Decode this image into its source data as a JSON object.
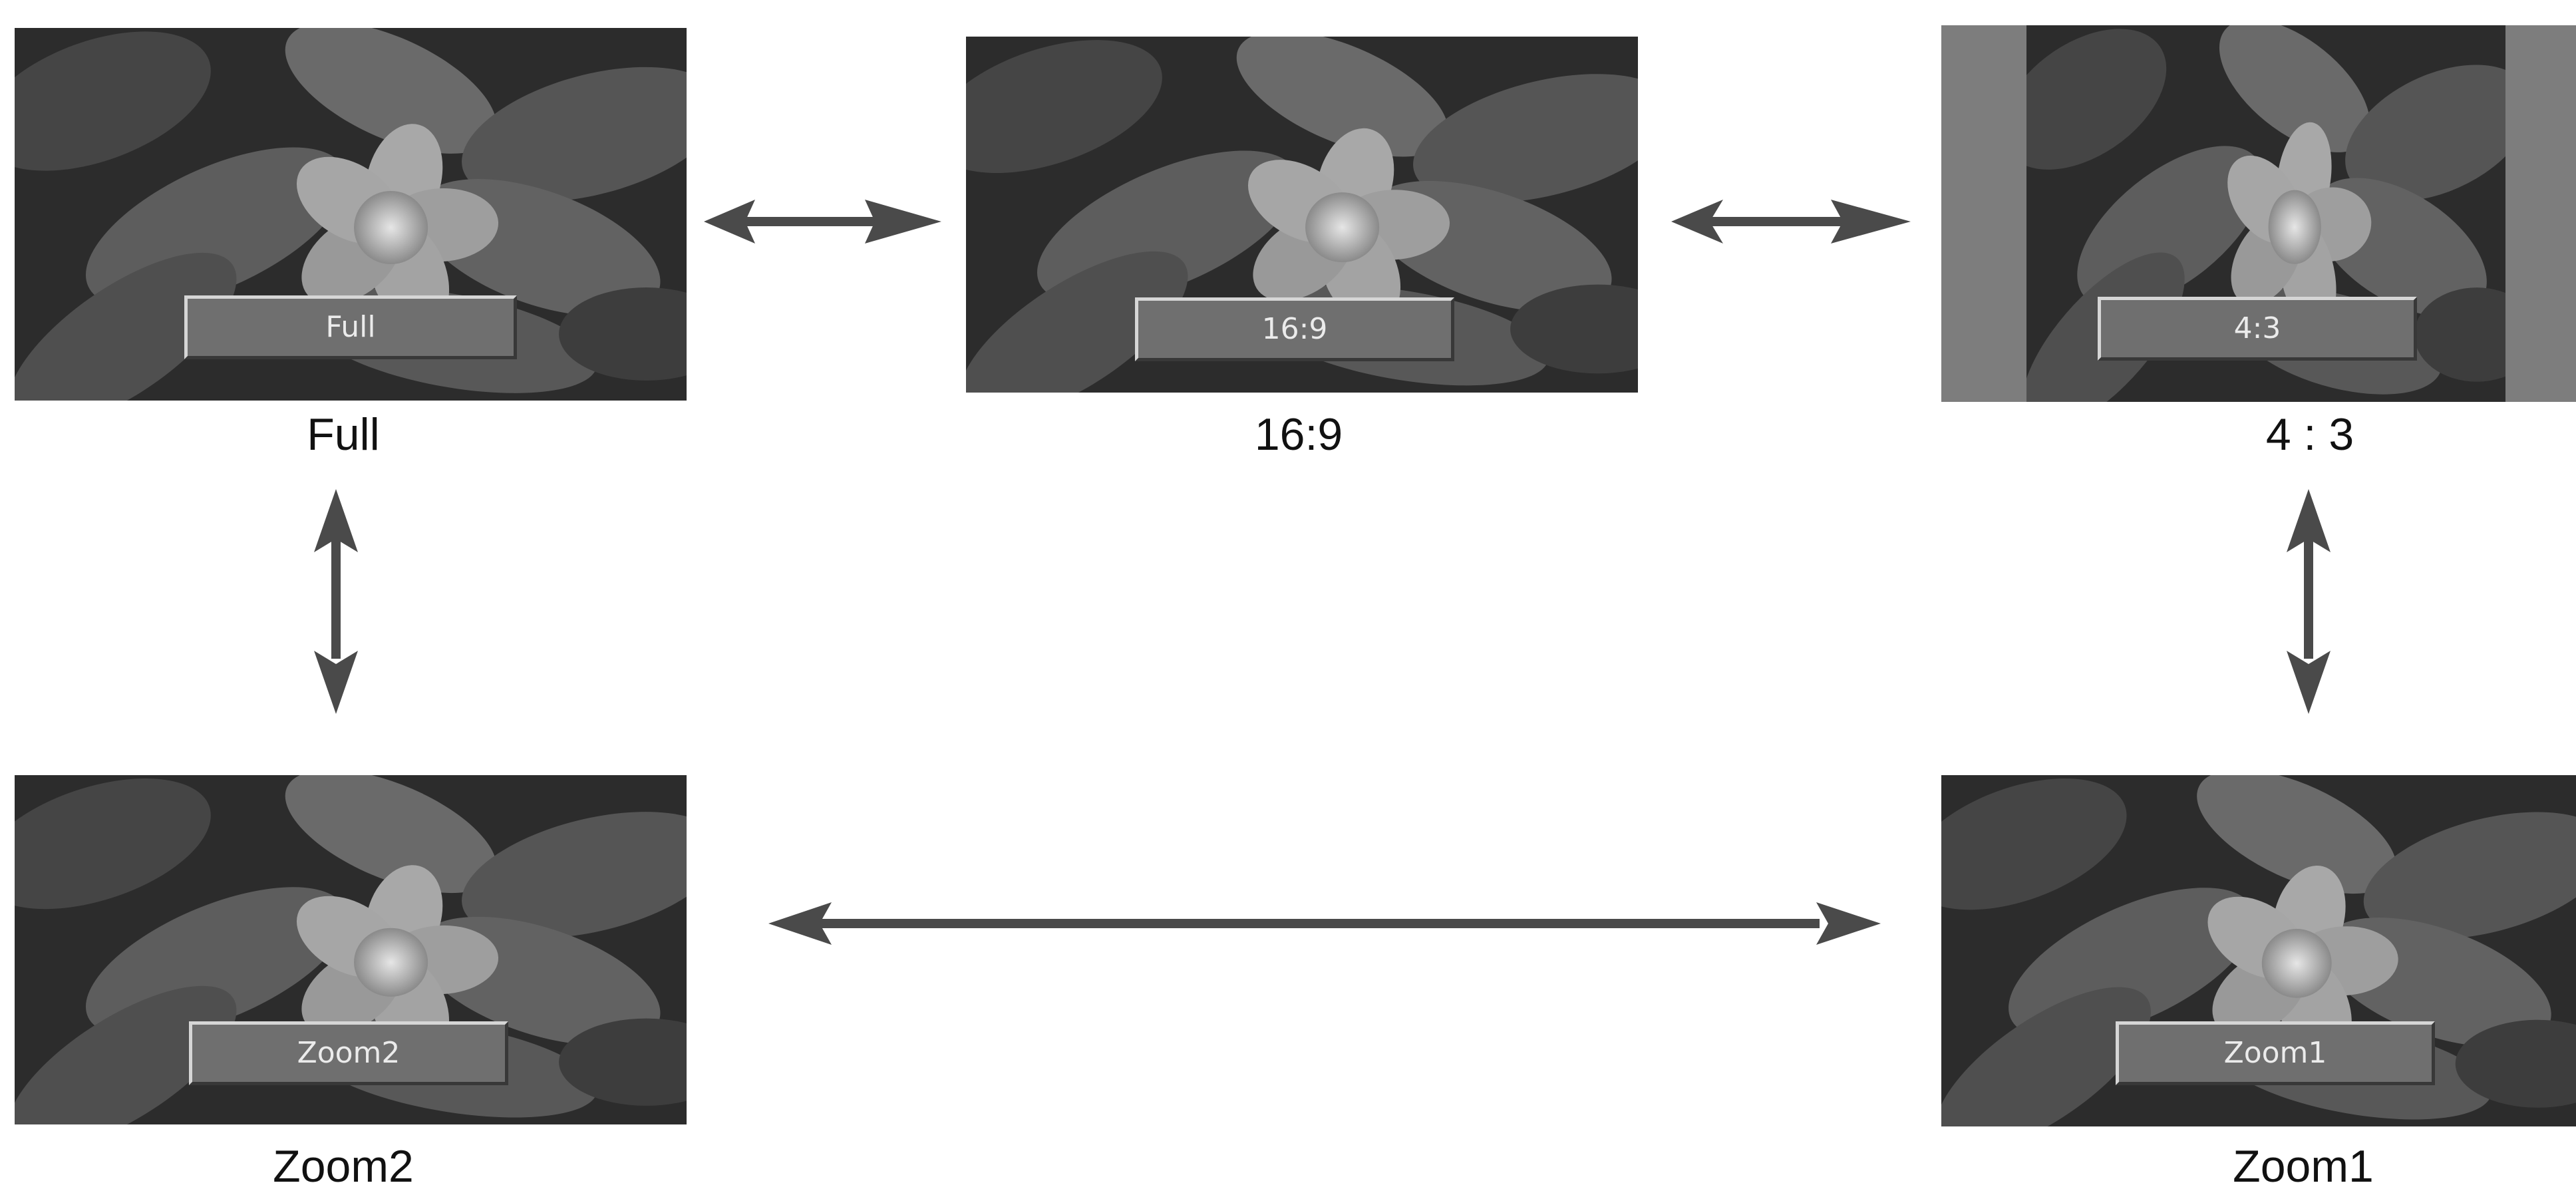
{
  "modes": {
    "full": {
      "osd_label": "Full",
      "caption": "Full"
    },
    "wide": {
      "osd_label": "16:9",
      "caption": "16:9"
    },
    "four_three": {
      "osd_label": "4:3",
      "caption": "4 : 3"
    },
    "zoom2": {
      "osd_label": "Zoom2",
      "caption": "Zoom2"
    },
    "zoom1": {
      "osd_label": "Zoom1",
      "caption": "Zoom1"
    }
  },
  "colors": {
    "arrow": "#4a4a4a",
    "osd_bg": "#6f6f6f",
    "side_bar": "#7d7d7d"
  }
}
